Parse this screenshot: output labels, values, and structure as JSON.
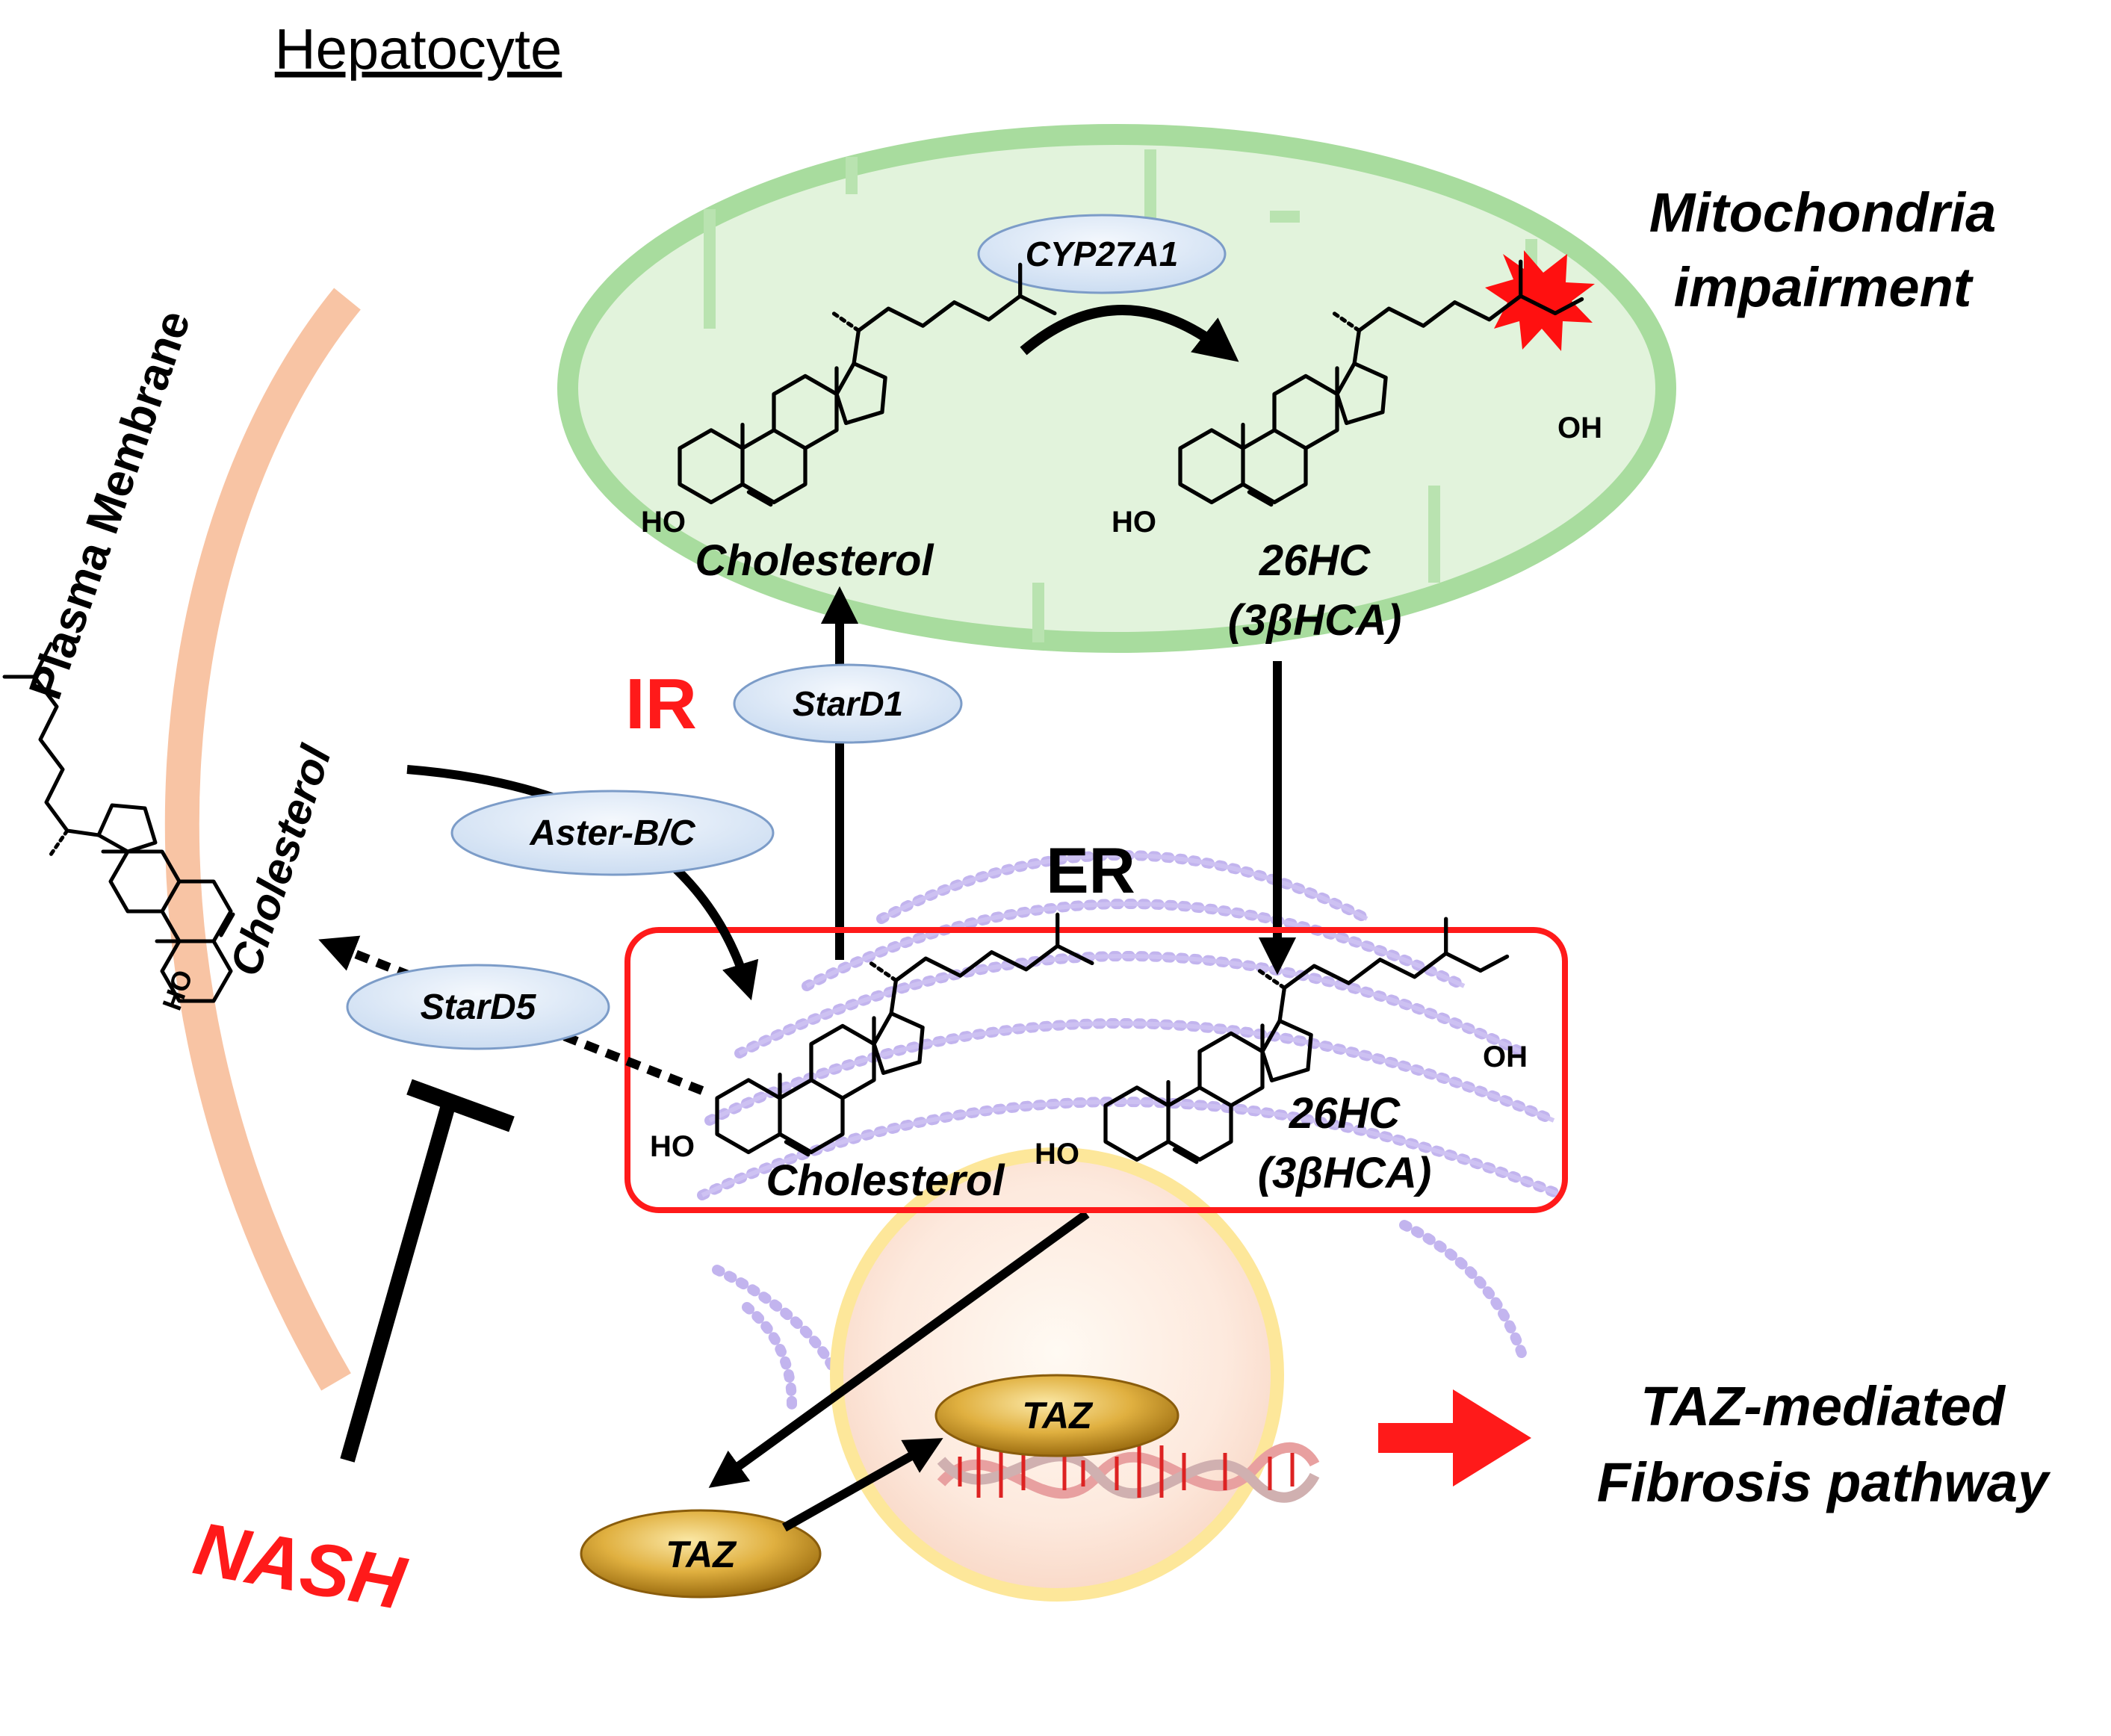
{
  "title": "Hepatocyte",
  "plasma_membrane_label": "Plasma Membrane",
  "membrane_cholesterol_label": "Cholesterol",
  "mitochondria": {
    "label_line1": "Mitochondria",
    "label_line2": "impairment",
    "enzyme": "CYP27A1",
    "substrate_label": "Cholesterol",
    "product_label_line1": "26HC",
    "product_label_line2": "(3βHCA)"
  },
  "er": {
    "label": "ER",
    "cholesterol_label": "Cholesterol",
    "product_label_line1": "26HC",
    "product_label_line2": "(3βHCA)"
  },
  "chem": {
    "ho": "HO",
    "oh": "OH"
  },
  "transporters": {
    "stard1": "StarD1",
    "aster": "Aster-B/C",
    "stard5": "StarD5"
  },
  "conditions": {
    "ir": "IR",
    "nash": "NASH"
  },
  "nucleus": {
    "taz_nuclear": "TAZ",
    "taz_cytoplasmic": "TAZ"
  },
  "outcome": {
    "line1": "TAZ-mediated",
    "line2": "Fibrosis pathway"
  },
  "colors": {
    "membrane": "#f8c4a4",
    "mitochondria_fill": "#e2f3dc",
    "mitochondria_stroke": "#a8dc9e",
    "er_box": "#ff1a1a",
    "er_reticulum": "#b8a8ec",
    "nucleus_ring": "#fde79a",
    "taz_gold": "#d9a52e",
    "oval_fill": "#dbe7f7",
    "oval_stroke": "#7c9cc8",
    "accent_red": "#ff1a1a"
  }
}
